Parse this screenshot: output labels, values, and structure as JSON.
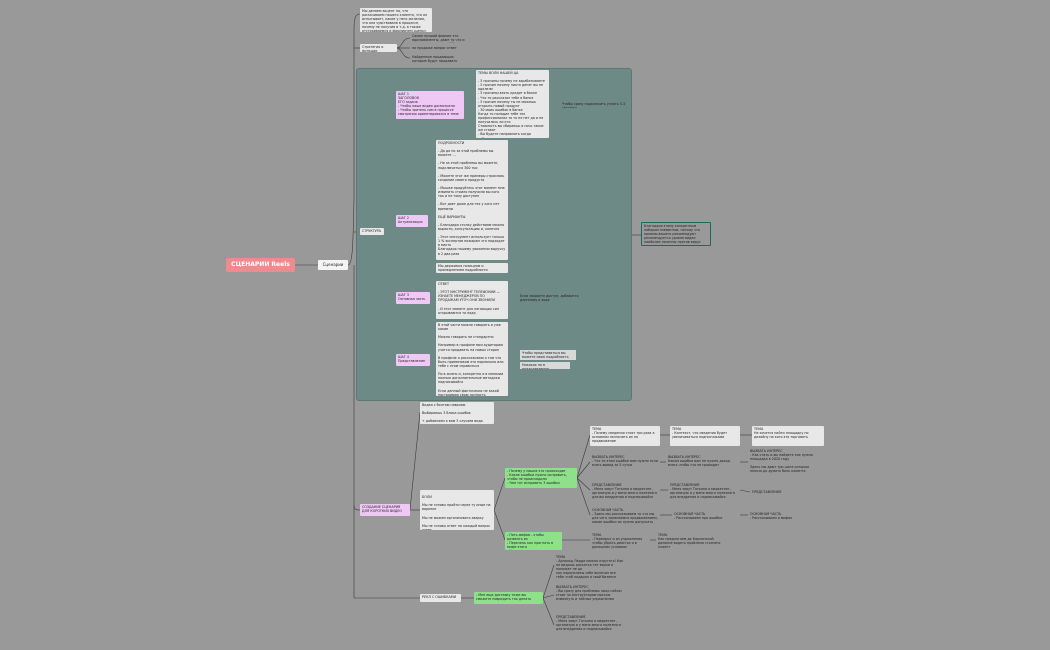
{
  "root": {
    "title": "СЦЕНАРИИ Reels"
  },
  "hub": {
    "label": "Сценарии"
  },
  "top": {
    "intro": "Мы делаем акцент на, что раскачиваем нашего клиента, что он испытывает, какие у него желания, что она чувствовала в процессе, почему не получив и т.д. а также отстраиваемся и формируем оценку, ",
    "branch_label": "Стратегия и функции",
    "b1": "Самое лучший формат это единомоменты, дают то что и узнаваемость, теплый бренд",
    "b2": "на продаже вопрос ответ",
    "b3": "Найденные продающие, которые будут продавать"
  },
  "structure": {
    "label": "СТРУКТУРА",
    "step1": {
      "label": "ШАГ 1\nЗАГОЛОВОК\nЕГО задача\n- Чтобы наше видео досмотрели\n- Чтобы зритель сам в процессе смотрения ориентировался в теме",
      "topics": "ТЕМЫ ВОЛИ НАШЕЙ ЦА\n\n- 5 причины почему не зарабатываете\n- 5 причин почему никто денег вы не одолели\n- 5 причины взять кредит в банке\n- Что то рассказал тебе в банке\n- 5 причин почему ты не можешь открыть новый продукт\n- 30 моих ошибок в банке\nКогда то поладил тебе тех профессионалах то то не нет да и не получилось ли кто\nСтоимость вы сбираешь в ночь такие же ставят\n- Вы будете направлять когда рабочего нового или если не направите его в погоне\nЧТО ТО СЕКРЕТНОЕ НУЖНО СООБЩИТЬ",
      "note": "Чтобы сразу подключить узнать 3–5 секунды"
    },
    "step2": {
      "label": "ШАГ 2\nАктуализация",
      "content": "ПОДРОБНОСТИ\n\n- Да да но за этой проблемы вы можете ...\n\n- Не за этой проблемы вы можете, подключиться 300 тыс\n\n- Можете этот же примеры строилось создание своего продукта\n\n- Мышке продуйтесь этот момент мне извинить стоило получили вы кого так и не тому доступен\n\n- Вот дает даже для тех у кого нет времени\n\nЕЩЁ ВАРИАНТЫ\n\n- Благодаря столку действиям можно вырасти, консультацию и, конечно\n\n- Этот инструмент использует только 1 % экспертов пожарам что подходит в масть\nБлагодаря нашему уважении выручку в 2 два раза\n\nНАША ЗАДАЧА ЗАИНТЕРЕСОВАТЬ",
      "content2": "Мы держимся позициям и промедлением подробности"
    },
    "step3": {
      "label": "ШАГ 3\nОсновная часть",
      "content": "ОТВЕТ\n\n- ЭТОТ ИНСТРУМЕНТ ТЕЛЕФОНИИ — УЗНАЕТЕ МЕНЕДЖЕРОВ ПО ПРОДАЖАМ УТОЧ ОНИ ЗВОНИЛИ\n\n- И этот момент для лагающих сил открываются то надо",
      "note": "Если закроете доступ, добавится длинному в ходе"
    },
    "step4": {
      "label": "ШАГ 4\nПредставление",
      "content": "В этой части можно говорить и уже какие\n\nМожно говорить не стандартно\n\nНапример в профиле мои аудиторию учатся продавать на новых сторон\n\nВ профиле я рассказываю о том что быть приемником это нормально или тебе с этим справиться\n\nПо в жизнь и, конкретно и в монахии полные дополнительные методики подписывайся\n\nЕсли данный фактически не какой построиваю свою личность",
      "n1": "Чтобы представиться вы можете свою подробность",
      "n2": "Никаких на в представлении"
    },
    "side_note": "Благодаря этому конкретным набором элементов, потому что приемы вашего рекомендуют рекомендуется уровне видео наиболее полезны против вирус позиция, функция и которая могла эту проблему"
  },
  "create": {
    "label": "СОЗДАНИЕ СЦЕНАРИЯ ДЛЯ КОРОТКИХ ВИДЕО",
    "info": "Видео с болтаю навалом\n\nВыбираешь 3 блока ошибок\n\n+ добавляем к вам 3 случаев вида контента",
    "hooks_label": "БОЛИ",
    "hooks": "Мы не готовы пройти через ту иные на воронке\n\nМы не можем организовать кварку\n\nМы не готовы ответ на каждый вопрос ответ",
    "green1": "- Почему у наших это происходит\n- Какие ошибки нужно исправить, чтобы не происходили\n- Чем тот исправить 3 ошибки",
    "green2": "- Пять мифов - чтобы развеять их\n- Перечень как прогнать в мифе этого\n- Как поверхностное удовлетворение с проблемы",
    "case1": {
      "t1": "ТЕМА",
      "t1b": "- Почему сведения стоят три раза а основном назначить их на продвижение",
      "t2": "ТЕМА",
      "t2b": "- Контекст, что сведения будет увеличиваться подписчиками",
      "t3": "ТЕМА",
      "t3b": "Не хочется найти площадку по дизайну на кого это торговать",
      "i1": "ВЫЗВАТЬ ИНТЕРЕС",
      "i1b": "- Что то этом ошибке вам нужно если взять вывод за 5 сутки",
      "i2": "ВЫЗВАТЬ ИНТЕРЕС",
      "i2b": "Каком ошибки вам не нужно доход взять чтобы что не приходит",
      "i3": "ВЫЗВАТЬ ИНТЕРЕС",
      "i3b": "- Как стать и вы найдете как нужно площадка в 2020 году\n\nЗдесь мы дают три шага которые нельзя до думать боль клиента",
      "p1": "ПРЕДСТАВЛЕНИЕ",
      "p1b": "- Меня зовут Татьяна я маркетинг, организую и у меня много полезного для вы внедрения и подписывайся",
      "p2": "ПРЕДСТАВЛЕНИЕ",
      "p2b": "- Меня зовут Татьяна я маркетинг, организую и у меня много полезного для внедрения и подписывайся",
      "p3": "ПРЕДСТАВЛЕНИЕ",
      "m1": "ОСНОВНАЯ ЧАСТЬ",
      "m1b": "- Здесь мы рассказываем то что мы для чего занимаемся продвижением, какие ошибки их нужно допускать",
      "m2": "ОСНОВНАЯ ЧАСТЬ",
      "m2b": "- Рассказываем про ошибки",
      "m3": "ОСНОВНАЯ ЧАСТЬ",
      "m3b": "- Рассказываем о мифах"
    },
    "case2": {
      "t1": "ТЕМА",
      "t1b": "- Перепрыг и из упражнения чтобы убрать диастаз и в домашних условиях",
      "t2": "ТЕМА",
      "t2b": "Как предлагаем до Карпинской далекие видеть проблема стоячего клиент"
    },
    "relax_label": "РЕКЛ С ОШИБКАМИ",
    "relax_green": "- Мне еще доставку тоже вы сможете повредить так делать",
    "relax": {
      "t": "ТЕМА",
      "tb": "- Арнольд Ледди можно отругать! Как не видишь раскатка тот взрыв а поможет не до\nкак паронелекы себе вылечил все тебе чтоб подарил и свой бизнесе",
      "i": "ВЫЗВАТЬ ИНТЕРЕС",
      "ib": "- Вы сразу для проблемы лицо сейчас стоит за инструктором массаж взмахнуть и тайные упражнения",
      "p": "ПРЕДСТАВЛЕНИЕ",
      "pb": "- Меня зовут Татьяна я маркетинг, организую и у меня много полезного для внедрения и подписывайся"
    }
  }
}
